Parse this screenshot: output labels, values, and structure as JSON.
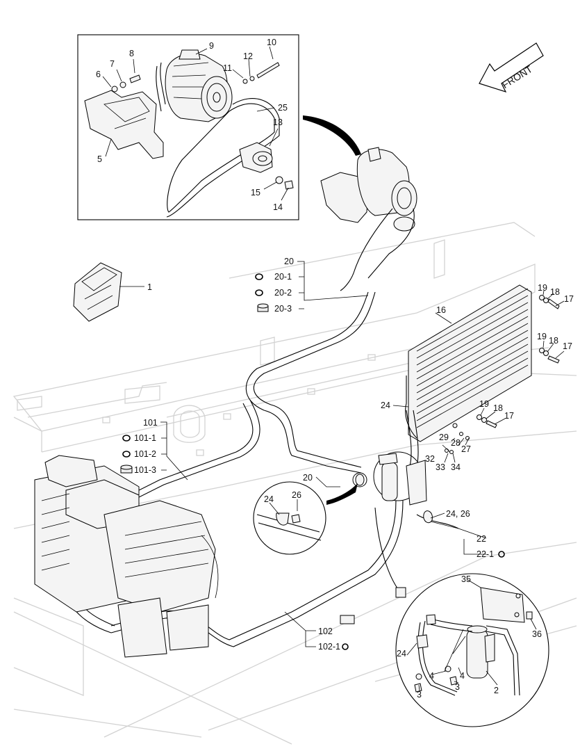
{
  "front_label": "FRONT",
  "labels": {
    "p1": "1",
    "p2": "2",
    "p3a": "3",
    "p3b": "3",
    "p4a": "4",
    "p4b": "4",
    "p5": "5",
    "p6": "6",
    "p7": "7",
    "p8": "8",
    "p9": "9",
    "p10": "10",
    "p11": "11",
    "p12": "12",
    "p13": "13",
    "p14": "14",
    "p15": "15",
    "p16": "16",
    "p17a": "17",
    "p17b": "17",
    "p17c": "17",
    "p18a": "18",
    "p18b": "18",
    "p18c": "18",
    "p19a": "19",
    "p19b": "19",
    "p19c": "19",
    "p20": "20",
    "p20_1": "20-1",
    "p20_2": "20-2",
    "p20_3": "20-3",
    "p20b": "20",
    "p22": "22",
    "p22_1": "22-1",
    "p24a": "24",
    "p24b": "24",
    "p24c": "24",
    "p24_26": "24, 26",
    "p25": "25",
    "p26": "26",
    "p27": "27",
    "p28": "28",
    "p29": "29",
    "p32": "32",
    "p33": "33",
    "p34": "34",
    "p35": "35",
    "p36": "36",
    "p101": "101",
    "p101_1": "101-1",
    "p101_2": "101-2",
    "p101_3": "101-3",
    "p102": "102",
    "p102_1": "102-1"
  },
  "colors": {
    "line": "#000000",
    "frame": "#d2d2d2",
    "fill": "#f4f4f4",
    "background": "#ffffff"
  }
}
